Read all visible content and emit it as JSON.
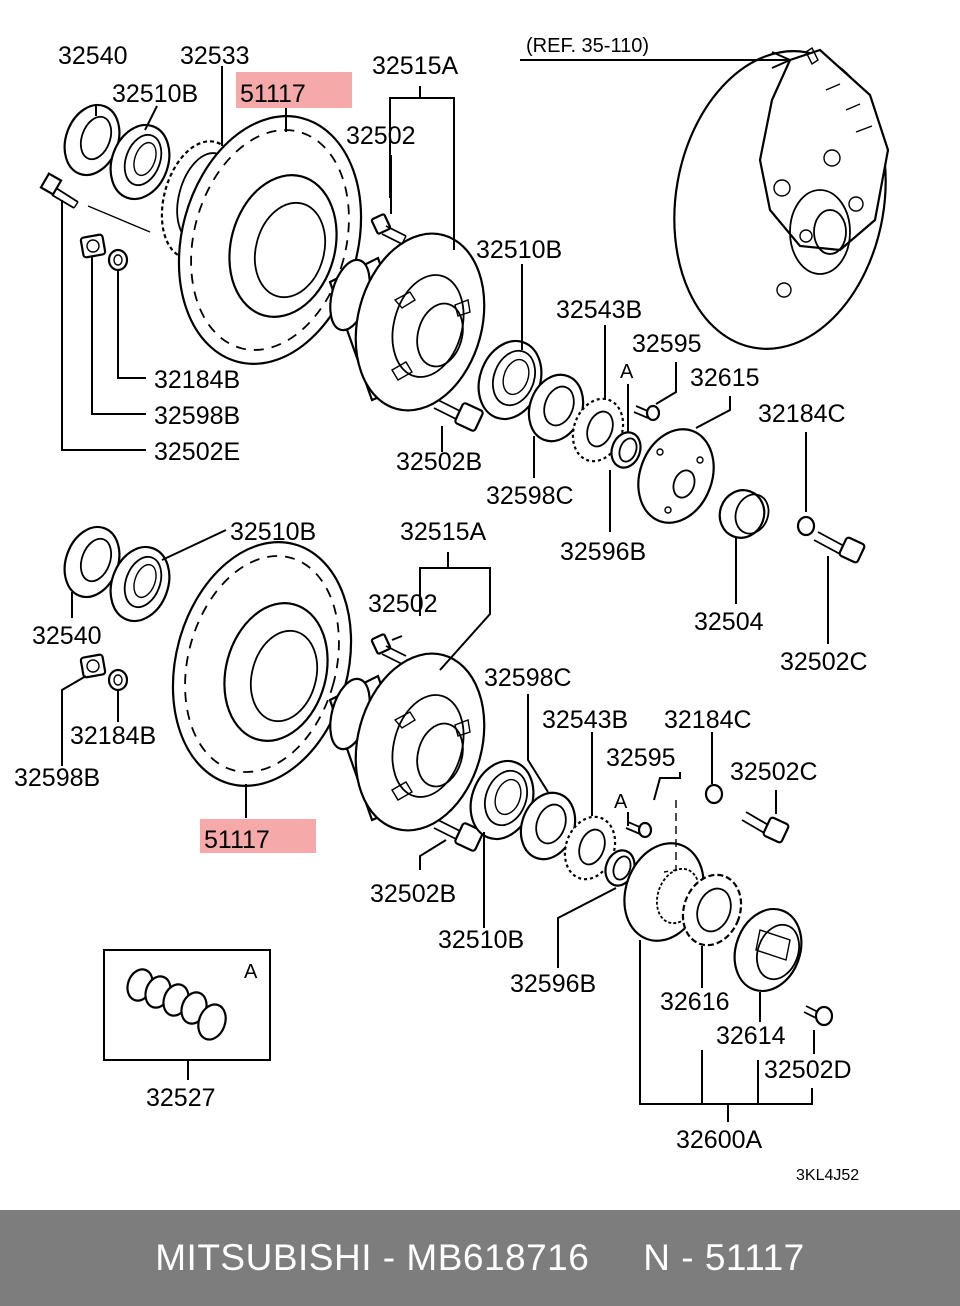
{
  "ref_note": "(REF. 35-110)",
  "drawing_code": "3KL4J52",
  "footer": {
    "brand": "MITSUBISHI",
    "sep1": " - ",
    "oem_number": "MB618716",
    "gap": "     ",
    "position_prefix": "N - ",
    "position_number": "51117"
  },
  "labels": {
    "p32540_top": "32540",
    "p32533": "32533",
    "p32510b_top_left": "32510B",
    "p51117_top": "51117",
    "p32515a_top": "32515A",
    "p32502_top": "32502",
    "p32510b_top_mid": "32510B",
    "p32543b_top": "32543B",
    "p32595_top": "32595",
    "marker_a_top": "A",
    "p32615": "32615",
    "p32184c_top": "32184C",
    "p32184b_top": "32184B",
    "p32598b_top": "32598B",
    "p32502e": "32502E",
    "p32502b_top": "32502B",
    "p32598c_top": "32598C",
    "p32596b_top": "32596B",
    "p32504": "32504",
    "p32502c_top": "32502C",
    "p32510b_bottom_left": "32510B",
    "p32515a_bottom": "32515A",
    "p32540_bottom": "32540",
    "p32502_bottom": "32502",
    "p32598c_bottom": "32598C",
    "p32543b_bottom": "32543B",
    "p32184c_bottom": "32184C",
    "p32184b_bottom": "32184B",
    "p32598b_bottom": "32598B",
    "p32595_bottom": "32595",
    "p32502c_bottom": "32502C",
    "marker_a_bottom": "A",
    "p51117_bottom": "51117",
    "p32502b_bottom": "32502B",
    "p32510b_bottom_mid": "32510B",
    "p32596b_bottom": "32596B",
    "p32616": "32616",
    "marker_a_box": "A",
    "p32614": "32614",
    "p32502d": "32502D",
    "p32527": "32527",
    "p32600a": "32600A"
  }
}
